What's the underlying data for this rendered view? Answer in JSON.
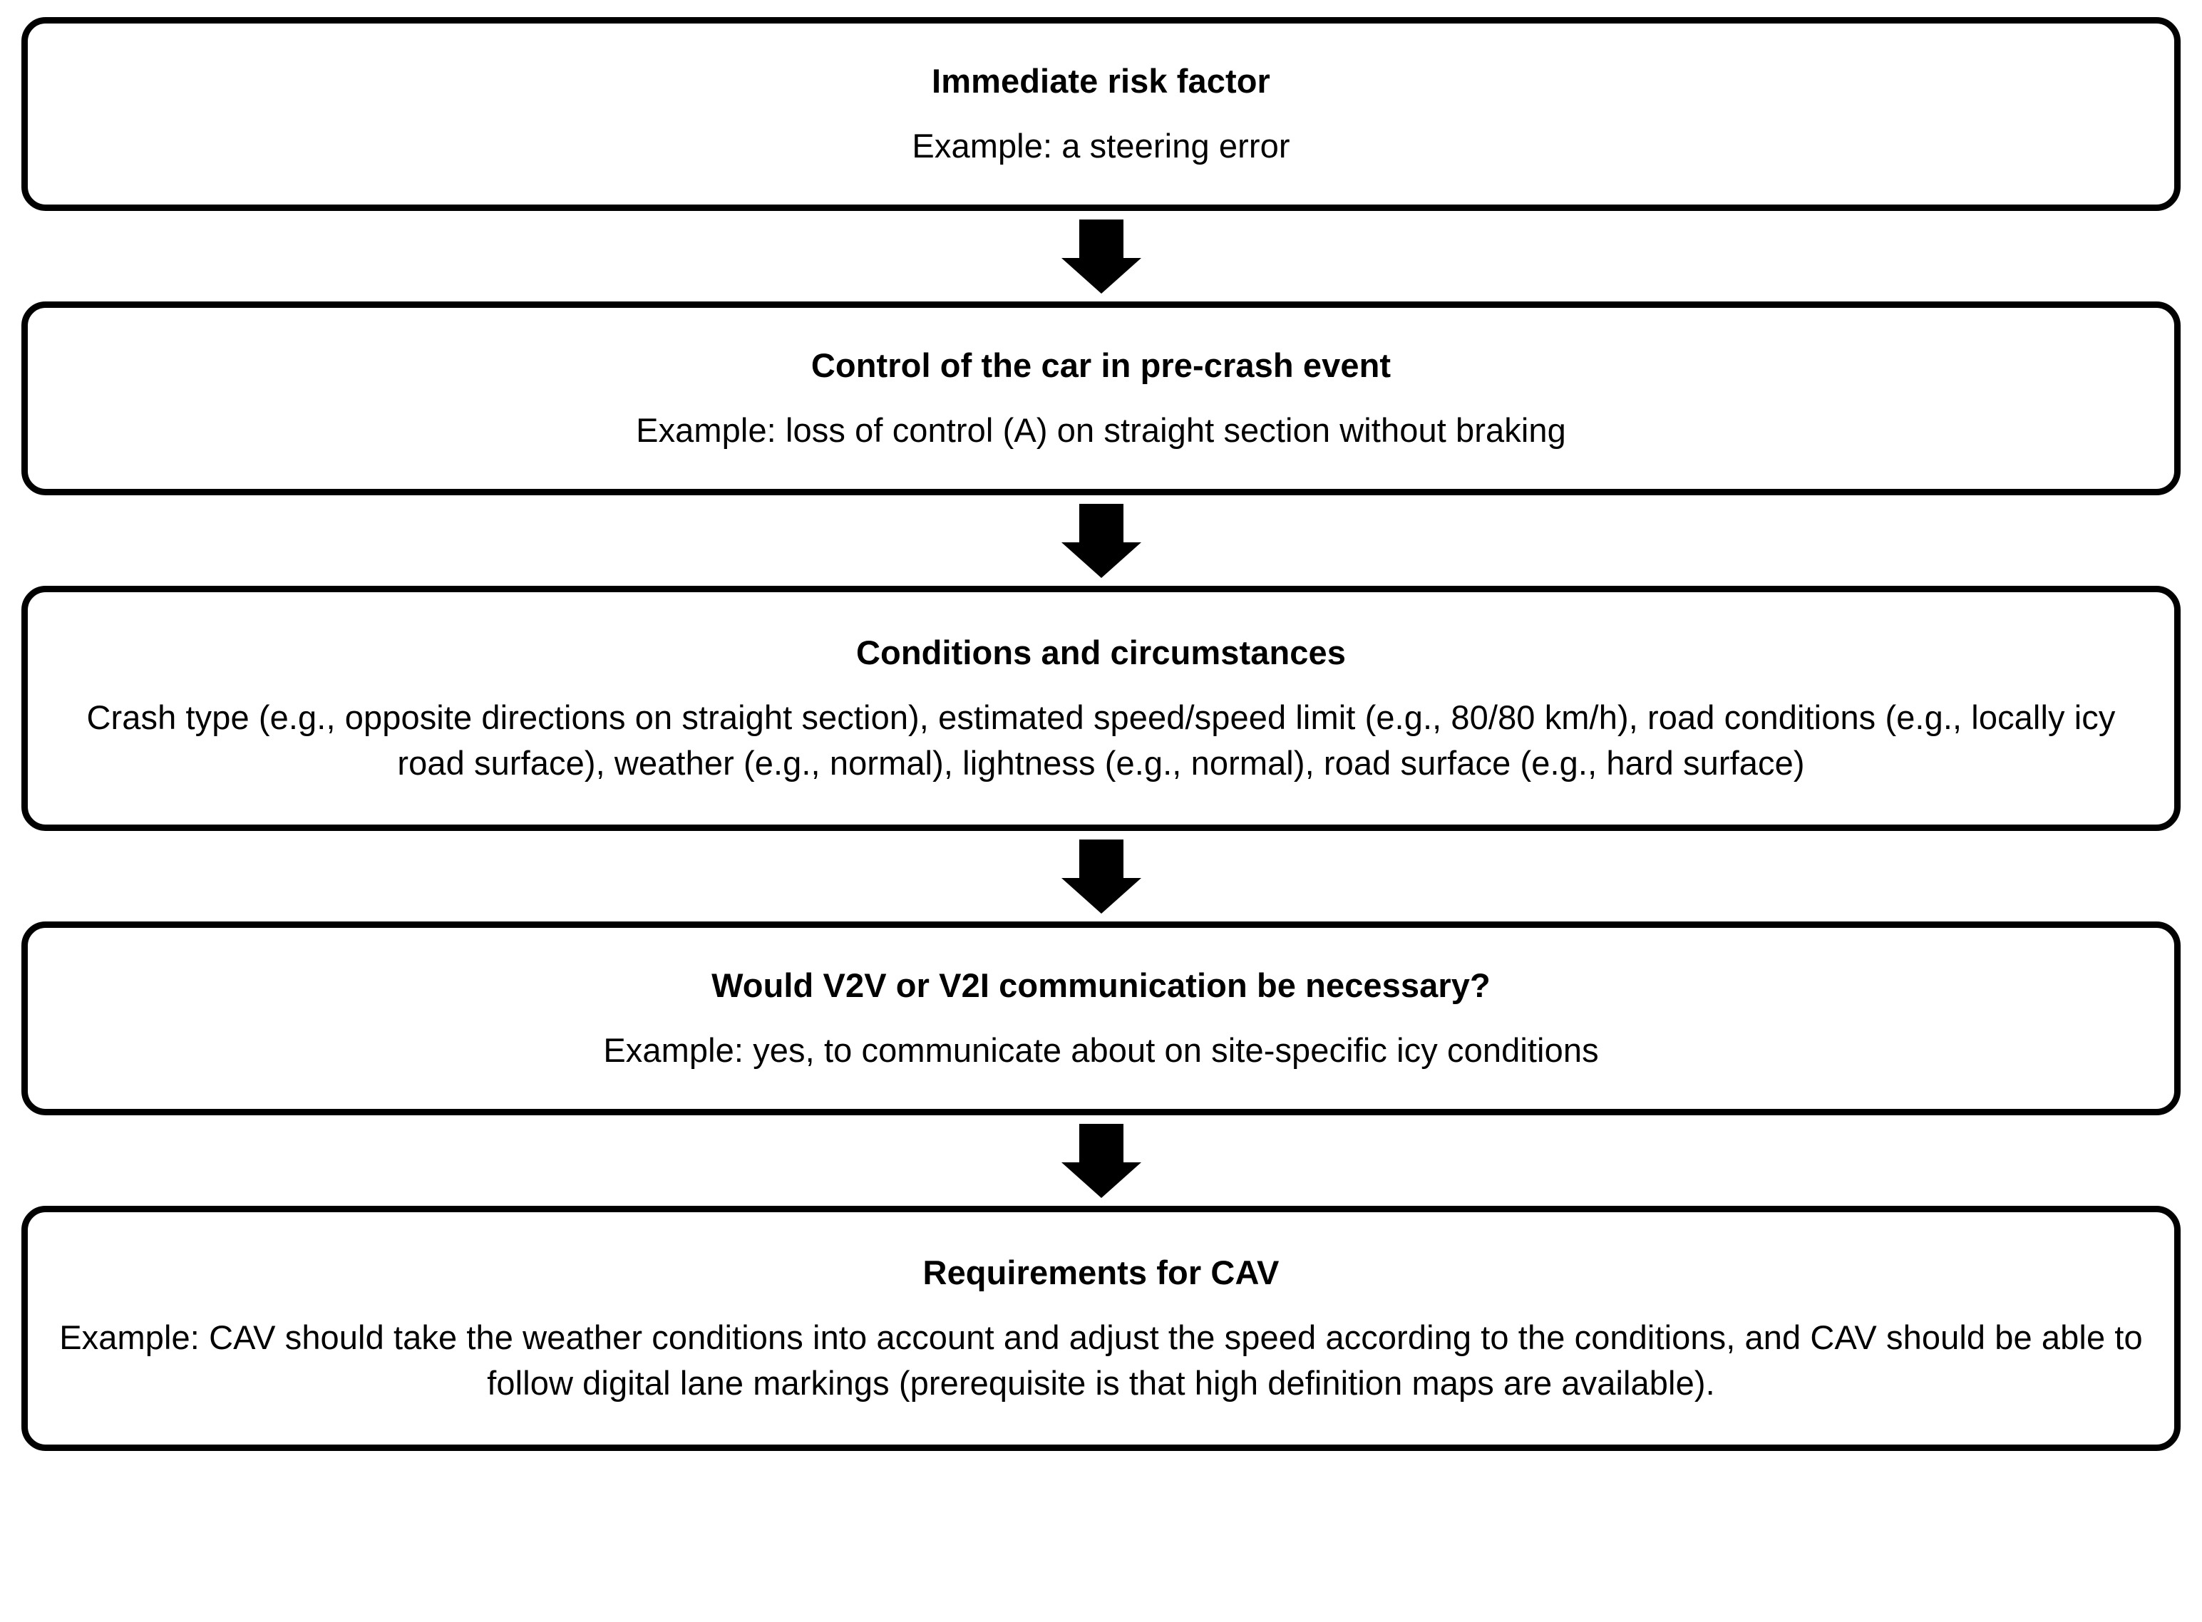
{
  "diagram": {
    "type": "vertical-flowchart",
    "orientation": "top-to-bottom",
    "background_color": "#ffffff",
    "border_color": "#000000",
    "text_color": "#000000",
    "connector_icon": "down-block-arrow-icon",
    "node_count": 5,
    "connector_count": 4,
    "nodes": [
      {
        "id": "immediate-risk-factor",
        "title": "Immediate risk factor",
        "body": "Example: a steering error"
      },
      {
        "id": "control-of-the-car",
        "title": "Control of the car in pre-crash event",
        "body": "Example: loss of control (A) on straight section without braking"
      },
      {
        "id": "conditions-and-circumstances",
        "title": "Conditions and circumstances",
        "body": "Crash type (e.g., opposite directions on straight section), estimated speed/speed limit (e.g., 80/80 km/h), road conditions (e.g., locally icy road surface), weather (e.g., normal), lightness (e.g., normal), road surface (e.g., hard surface)"
      },
      {
        "id": "v2v-v2i-communication",
        "title": "Would V2V or V2I communication be necessary?",
        "body": "Example: yes, to communicate about on site-specific icy conditions"
      },
      {
        "id": "requirements-for-cav",
        "title": "Requirements for CAV",
        "body": "Example: CAV should take the weather conditions into account and adjust the speed according to the conditions, and CAV should be able to follow digital lane markings (prerequisite is that high definition maps are available)."
      }
    ]
  }
}
